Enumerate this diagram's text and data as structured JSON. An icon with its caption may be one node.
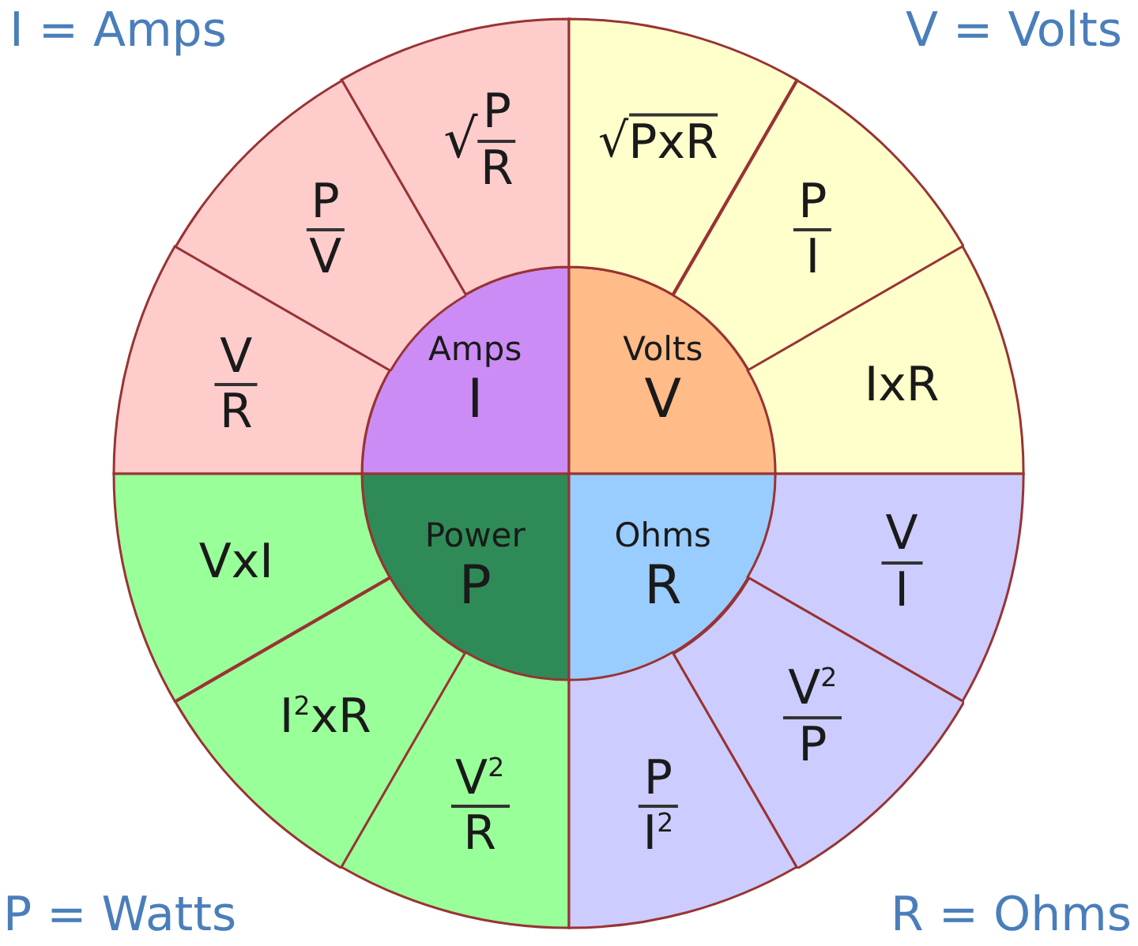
{
  "diagram": {
    "nodes": [
      {
        "text": [
          "Amps",
          "I"
        ]
      },
      {
        "text": [
          "√",
          "P",
          "R"
        ]
      },
      {
        "text": [
          "P",
          "V"
        ]
      },
      {
        "text": [
          "V",
          "R"
        ]
      },
      {
        "text": [
          "Volts",
          "V"
        ]
      },
      {
        "text": [
          "√",
          "PxR"
        ]
      },
      {
        "text": [
          "P",
          "I"
        ]
      },
      {
        "text": [
          "IxR"
        ]
      },
      {
        "text": [
          "Power",
          "P"
        ]
      },
      {
        "text": [
          "VxI"
        ]
      },
      {
        "text": [
          "I$^{2}$xR"
        ]
      },
      {
        "text": [
          "V$^{2}$",
          "R"
        ]
      },
      {
        "text": [
          "Ohms",
          "R"
        ]
      },
      {
        "text": [
          "V",
          "I"
        ]
      },
      {
        "text": [
          "V$^{2}$",
          "P"
        ]
      },
      {
        "text": [
          "P",
          "I$^{2}$"
        ]
      }
    ],
    "edges": [],
    "labels": [
      "I = Amps",
      "V = Volts",
      "P = Watts",
      "R = Ohms"
    ]
  }
}
